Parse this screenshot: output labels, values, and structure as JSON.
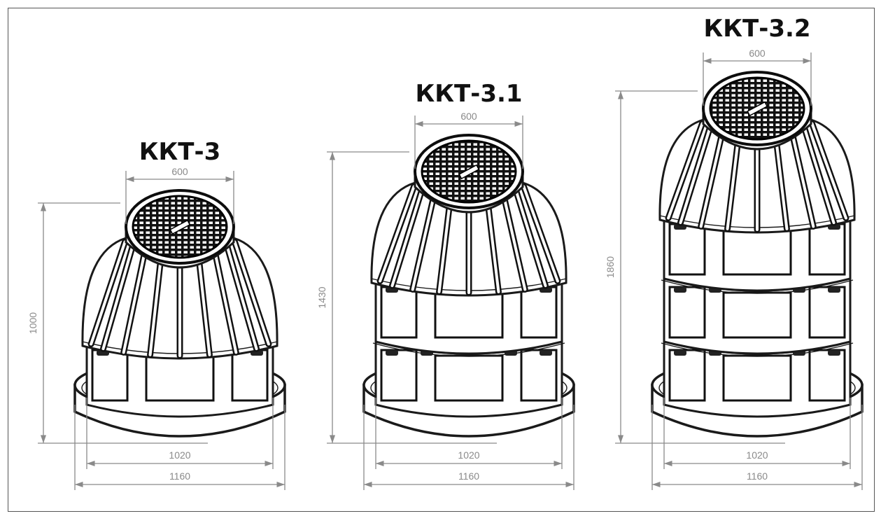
{
  "models": [
    {
      "id": "kkt3",
      "title": "ККТ-3",
      "sections": 1,
      "dims": {
        "hatch": "600",
        "height": "1000",
        "body": "1020",
        "base": "1160"
      }
    },
    {
      "id": "kkt31",
      "title": "ККТ-3.1",
      "sections": 2,
      "dims": {
        "hatch": "600",
        "height": "1430",
        "body": "1020",
        "base": "1160"
      }
    },
    {
      "id": "kkt32",
      "title": "ККТ-3.2",
      "sections": 3,
      "dims": {
        "hatch": "600",
        "height": "1860",
        "body": "1020",
        "base": "1160"
      }
    }
  ],
  "colors": {
    "dimension": "#8a8a8a",
    "outline": "#1a1a1a",
    "title": "#111111"
  }
}
